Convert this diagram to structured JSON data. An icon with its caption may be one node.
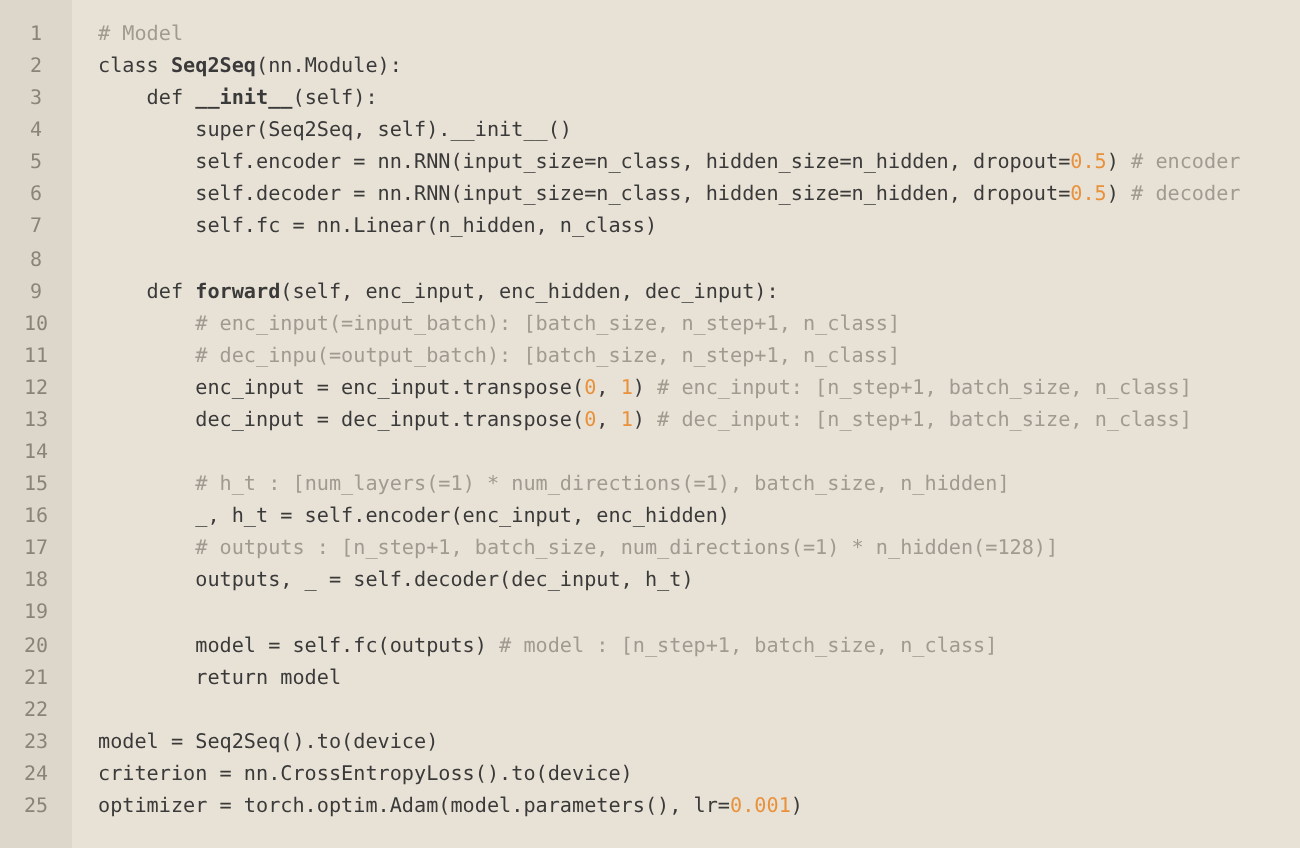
{
  "diagram": {
    "labels": [
      "1",
      "# Model",
      "2",
      "class **Seq2Seq**(nn.Module):",
      "3",
      "    def **__init__**(self):",
      "4",
      "        super(Seq2Seq, self).__init__()",
      "5",
      "        self.encoder = nn.RNN(input_size=n_class, hidden_size=n_hidden, dropout=0.5) # encoder",
      "6",
      "        self.decoder = nn.RNN(input_size=n_class, hidden_size=n_hidden, dropout=0.5) # decoder",
      "7",
      "        self.fc = nn.Linear(n_hidden, n_class)",
      "8",
      "9",
      "    def **forward**(self, enc_input, enc_hidden, dec_input):",
      "10",
      "        # enc_input(=input_batch): [batch_size, n_step+1, n_class]",
      "11",
      "        # dec_inpu(=output_batch): [batch_size, n_step+1, n_class]",
      "12",
      "        enc_input = enc_input.transpose(0, 1) # enc_input: [n_step+1, batch_size, n_class]",
      "13",
      "        dec_input = dec_input.transpose(0, 1) # dec_input: [n_step+1, batch_size, n_class]",
      "14",
      "15",
      "        # h_t : [num_layers(=1) * num_directions(=1), batch_size, n_hidden]",
      "16",
      "        _, h_t = self.encoder(enc_input, enc_hidden)",
      "17",
      "        # outputs : [n_step+1, batch_size, num_directions(=1) * n_hidden(=128)]",
      "18",
      "        outputs, _ = self.decoder(dec_input, h_t)",
      "19",
      "20",
      "        model = self.fc(outputs) # model : [n_step+1, batch_size, n_class]",
      "21",
      "        return model",
      "22",
      "23",
      "model = Seq2Seq().to(device)",
      "24",
      "criterion = nn.CrossEntropyLoss().to(device)",
      "25",
      "optimizer = torch.optim.Adam(model.parameters(), lr=0.001)"
    ]
  }
}
